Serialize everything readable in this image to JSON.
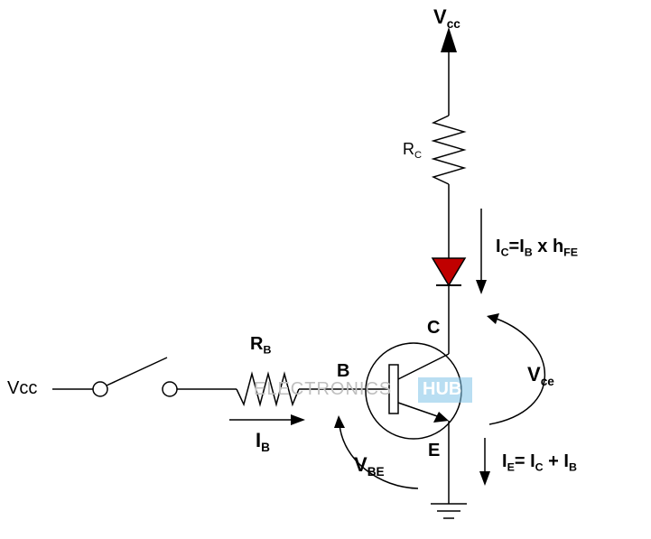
{
  "labels": {
    "vcc_top": {
      "main": "V",
      "sub": "cc"
    },
    "rc": {
      "main": "R",
      "sub": "C"
    },
    "ic": {
      "p1": "I",
      "s1": "C",
      "p2": "=I",
      "s2": "B",
      "p3": " x h",
      "s3": "FE"
    },
    "c": "C",
    "vce": {
      "main": "V",
      "sub": "ce"
    },
    "vcc_left": "Vcc",
    "rb": {
      "main": "R",
      "sub": "B"
    },
    "b": "B",
    "ib": {
      "main": "I",
      "sub": "B"
    },
    "vbe": {
      "main": "V",
      "sub": "BE"
    },
    "e": "E",
    "ie": {
      "p1": "I",
      "s1": "E",
      "p2": "= I",
      "s2": "C",
      "p3": " + I",
      "s3": "B"
    }
  },
  "watermark": {
    "text": "ELECTRONICS",
    "badge": "HUB"
  },
  "colors": {
    "line": "#000000",
    "led_fill": "#c00000",
    "watermark_badge": "#7fc3e8"
  }
}
